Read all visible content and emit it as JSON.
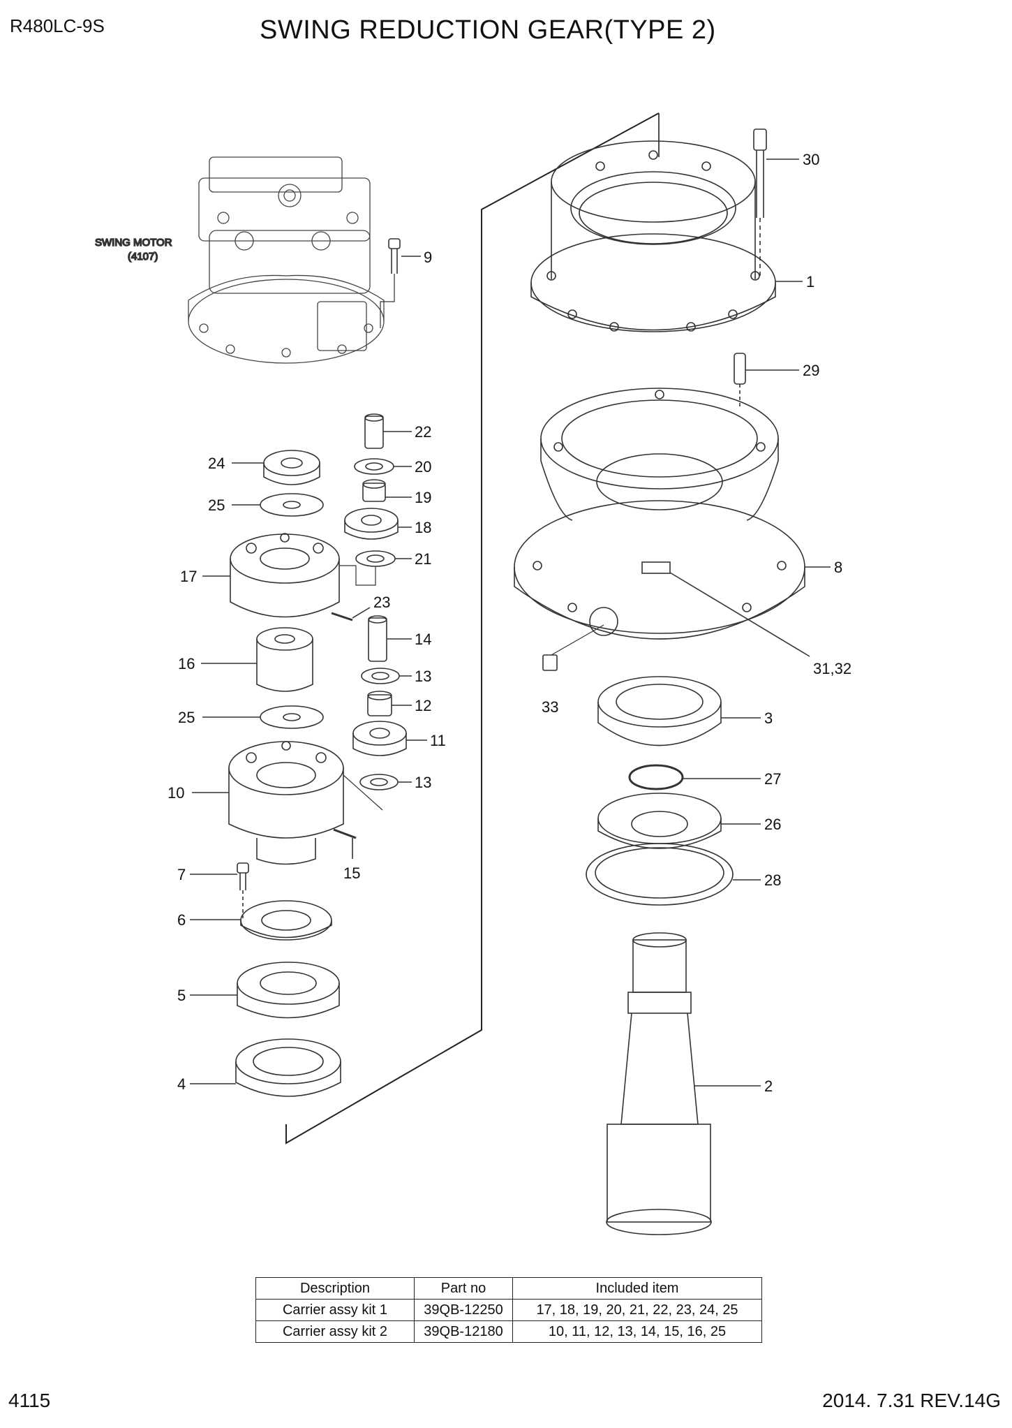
{
  "header": {
    "model": "R480LC-9S",
    "title": "SWING REDUCTION GEAR(TYPE 2)"
  },
  "diagram": {
    "swing_motor_label": "SWING MOTOR",
    "swing_motor_ref": "(4107)",
    "callouts": [
      "30",
      "1",
      "9",
      "29",
      "22",
      "20",
      "24",
      "25",
      "19",
      "18",
      "21",
      "17",
      "23",
      "8",
      "14",
      "16",
      "13",
      "31,32",
      "12",
      "25",
      "33",
      "3",
      "11",
      "13",
      "27",
      "10",
      "26",
      "15",
      "28",
      "7",
      "6",
      "5",
      "2",
      "4"
    ]
  },
  "kit_table": {
    "headers": [
      "Description",
      "Part no",
      "Included item"
    ],
    "rows": [
      [
        "Carrier assy kit 1",
        "39QB-12250",
        "17, 18, 19, 20, 21, 22, 23, 24, 25"
      ],
      [
        "Carrier assy kit 2",
        "39QB-12180",
        "10, 11, 12, 13, 14, 15, 16, 25"
      ]
    ]
  },
  "footer": {
    "page_number": "4115",
    "revision": "2014. 7.31  REV.14G"
  }
}
